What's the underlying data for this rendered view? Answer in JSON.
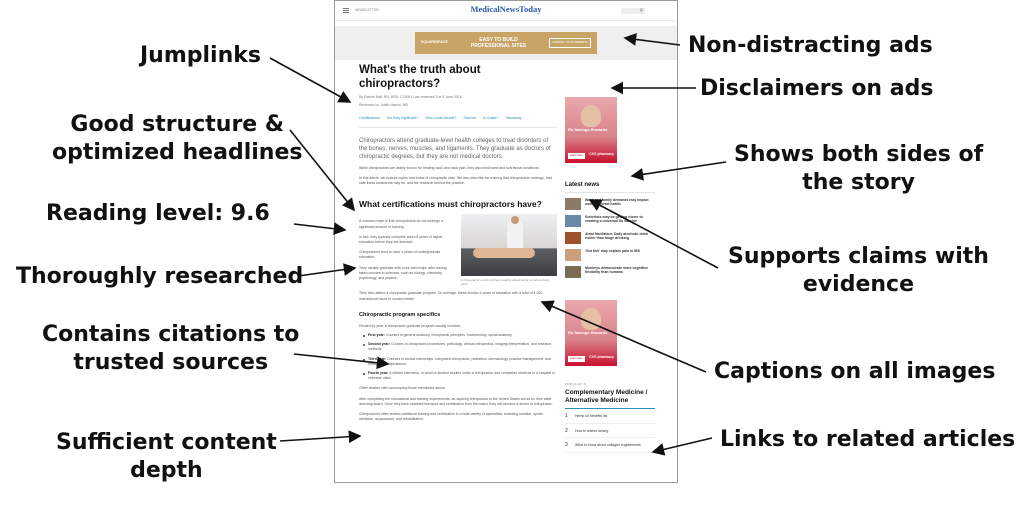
{
  "callouts": {
    "left": [
      "Jumplinks",
      "Good structure &\noptimized headlines",
      "Reading level: 9.6",
      "Thoroughly researched",
      "Contains citations to\ntrusted sources",
      "Sufficient content\ndepth"
    ],
    "right": [
      "Non-distracting ads",
      "Disclaimers on ads",
      "Shows both sides of\nthe story",
      "Supports claims with\nevidence",
      "Captions on all images",
      "Links to related articles"
    ]
  },
  "article": {
    "newsletter_label": "NEWSLETTER",
    "logo": "MedicalNewsToday",
    "ad_banner": {
      "brand": "SQUARESPACE",
      "headline": "EASY TO BUILD\nPROFESSIONAL SITES",
      "cta": "CREATE YOUR WEBSITE"
    },
    "title": "What's the truth about chiropractors?",
    "byline": "By Rachel Nall, RN, BSN, CCRN  |  Last reviewed Tue 5 June 2018",
    "reviewer": "Reviewed by Judith Marcin, MD",
    "jumplinks": [
      "Certifications",
      "Are they legitimate?",
      "Who could benefit?",
      "Science",
      "Is it safe?",
      "Takeaway"
    ],
    "lead": "Chiropractors attend graduate-level health colleges to treat disorders of the bones, nerves, muscles, and ligaments. They graduate as doctors of chiropractic degrees, but they are not medical doctors.",
    "para1": "While chiropractors are widely known for treating back and neck pain, they also treat bone and soft tissue conditions.",
    "para2": "In this article, we explore myths and truths of chiropractic care. We also describe the training that chiropractors undergo, how safe these treatments may be, and the research behind the practice.",
    "h2": "What certifications must chiropractors have?",
    "col": [
      "A common myth is that chiropractors do not undergo a significant amount of training.",
      "In fact, they typically complete about 8 years of higher education before they are licensed.",
      "Chiropractors tend to have 4 years of undergraduate education.",
      "They usually graduate with a pre-med major after having taken courses in sciences, such as biology, chemistry, psychology, and physics."
    ],
    "caption": "A chiropractor's work involves treating adjustments to various body parts.",
    "para3": "They then attend a chiropractic graduate program. On average, these involve 4 years of education with a total of 4,200 instructional hours in course credits.",
    "h3": "Chiropractic program specifics",
    "divided": "Divided by year, a chiropractic graduate program usually involves:",
    "years": [
      {
        "label": "First year:",
        "text": "Courses in general anatomy, chiropractic principles, biochemistry, spinal anatomy."
      },
      {
        "label": "Second year:",
        "text": "Courses in chiropractic procedures, pathology, clinical orthopedics, imaging interpretation, and research methods."
      },
      {
        "label": "Third year:",
        "text": "Courses in clinical internships, integrated chiropractic, pediatrics, dermatology, practice management, and ethics and jurisprudence."
      },
      {
        "label": "Fourth year:",
        "text": "A clinical internship, in which a student studies under a chiropractor and completes rotations in a hospital or veterans' clinic."
      }
    ],
    "para4": "Other studies often accompany those mentioned above.",
    "para5": "After completing the educational and training requirements, an aspiring chiropractor in the United States will sit for their state licensing board. Once they have obtained licensure and certification from the board, they will become a doctor of chiropractic.",
    "para6": "Chiropractors often receive additional training and certification in a wide variety of specialties, including nutrition, sports medicine, acupuncture, and rehabilitation."
  },
  "sidebar": {
    "ad_text": "Rx Savings Rewards",
    "ad_button": "Learn more",
    "ad_brand": "CVS pharmacy",
    "latest_news_title": "Latest news",
    "news": [
      {
        "text": "Work and family demands may impact women's heart health",
        "thumb_color": "#8a7a6a"
      },
      {
        "text": "Scientists may be getting closer to creating a universal flu vaccine",
        "thumb_color": "#6b8aa6"
      },
      {
        "text": "Atrial fibrillation: Daily alcoholic drink riskier than binge drinking",
        "thumb_color": "#a0522d"
      },
      {
        "text": "'Gut fish' may explain pain in IBS",
        "thumb_color": "#c9a07a"
      },
      {
        "text": "Monkeys demonstrate more cognitive flexibility than humans",
        "thumb_color": "#7a6b52"
      }
    ],
    "featured_label": "POPULAR IN",
    "category_title": "Complementary Medicine / Alternative Medicine",
    "related": [
      {
        "num": "1",
        "text": "Hemp oil benefits list"
      },
      {
        "num": "2",
        "text": "How to relieve itching"
      },
      {
        "num": "3",
        "text": "What to know about collagen supplements"
      }
    ]
  }
}
